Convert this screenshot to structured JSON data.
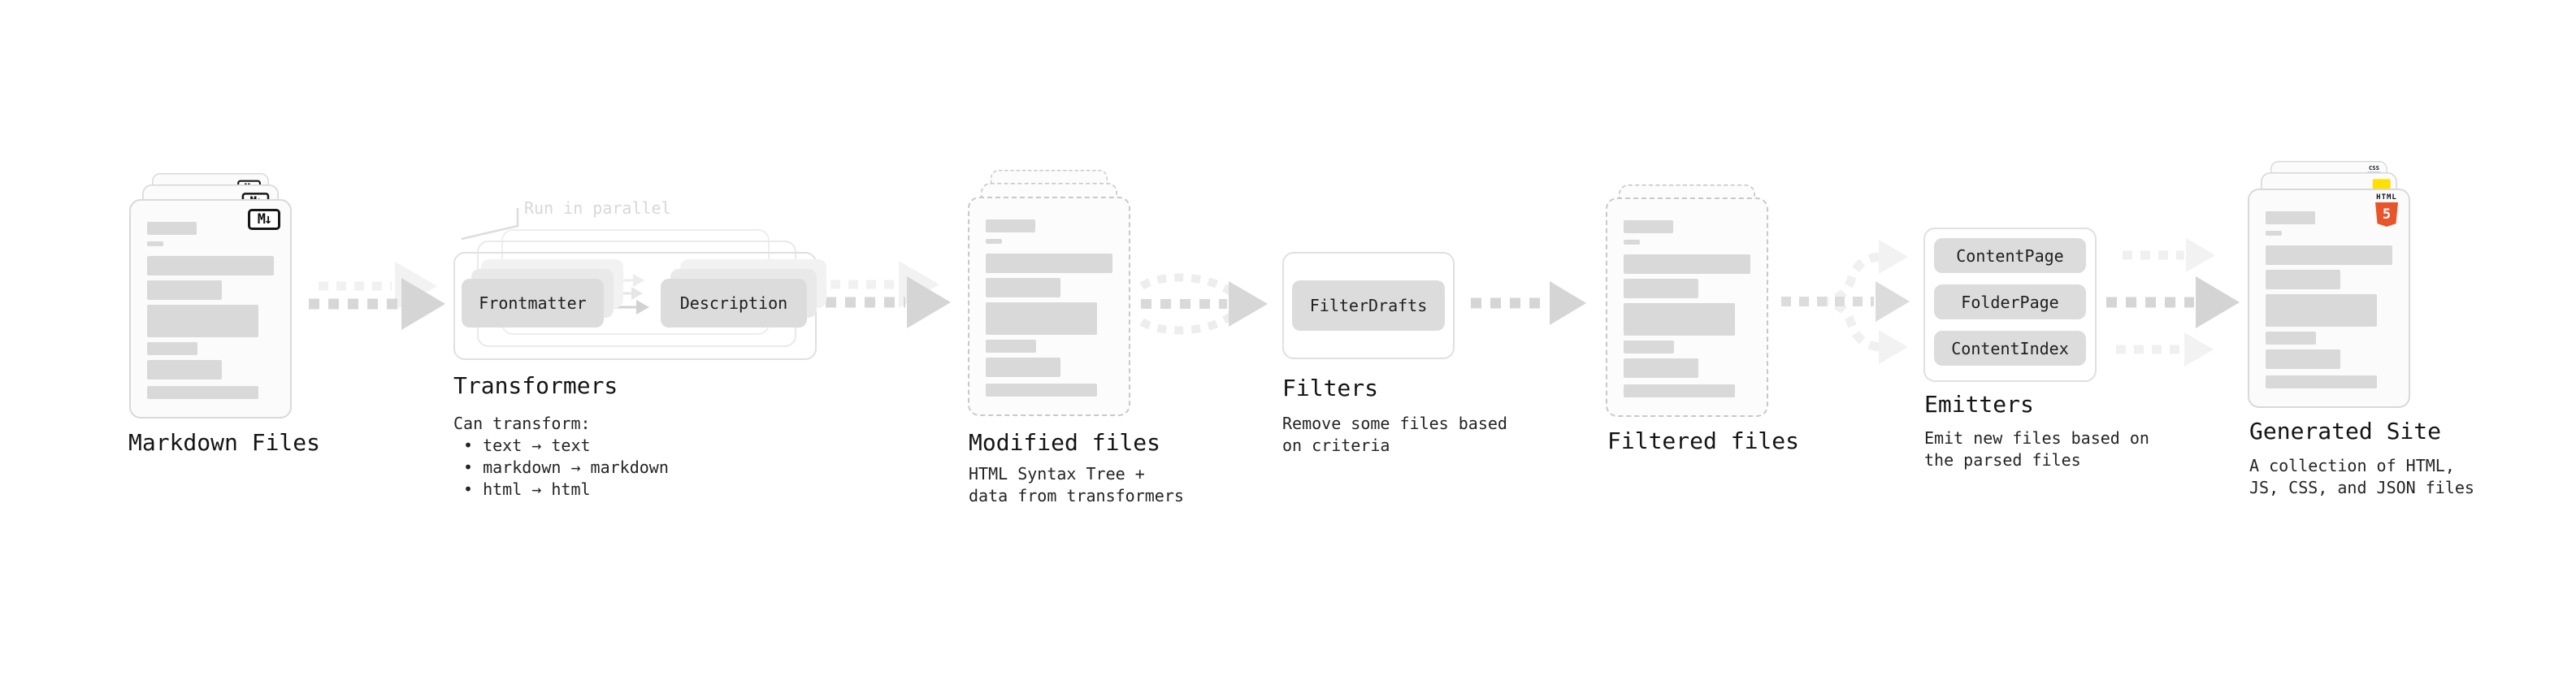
{
  "nodes": {
    "markdown": {
      "title": "Markdown Files"
    },
    "transformers": {
      "title": "Transformers",
      "annotation": "Run in parallel",
      "caption_intro": "Can transform:",
      "bullets": [
        "• text → text",
        "• markdown → markdown",
        "• html → html"
      ],
      "boxes": [
        "Frontmatter",
        "Description"
      ]
    },
    "modified": {
      "title": "Modified files",
      "caption_lines": [
        "HTML Syntax Tree +",
        "data from transformers"
      ]
    },
    "filters": {
      "title": "Filters",
      "caption_lines": [
        "Remove some files based",
        "on criteria"
      ],
      "boxes": [
        "FilterDrafts"
      ]
    },
    "filtered": {
      "title": "Filtered files"
    },
    "emitters": {
      "title": "Emitters",
      "caption_lines": [
        "Emit new files based on",
        "the parsed files"
      ],
      "boxes": [
        "ContentPage",
        "FolderPage",
        "ContentIndex"
      ]
    },
    "generated": {
      "title": "Generated Site",
      "caption_lines": [
        "A collection of HTML,",
        "JS, CSS, and JSON files"
      ]
    }
  },
  "badges": {
    "markdown": "M↓",
    "html5_word": "HTML",
    "html5_number": "5",
    "css": "CSS"
  },
  "colors": {
    "html5_orange": "#e8552b",
    "js_yellow": "#ffe000",
    "css_blue": "#2f6df6",
    "badge_border": "#161616",
    "placeholder_bar": "#d9d9d9",
    "arrow_gray": "#d5d5d5",
    "arrow_ghost": "#f1f1f1",
    "muted_annotation": "#d8d8d8",
    "box_fill": "#dcdcdc",
    "text_dark": "#1c1c1c"
  }
}
